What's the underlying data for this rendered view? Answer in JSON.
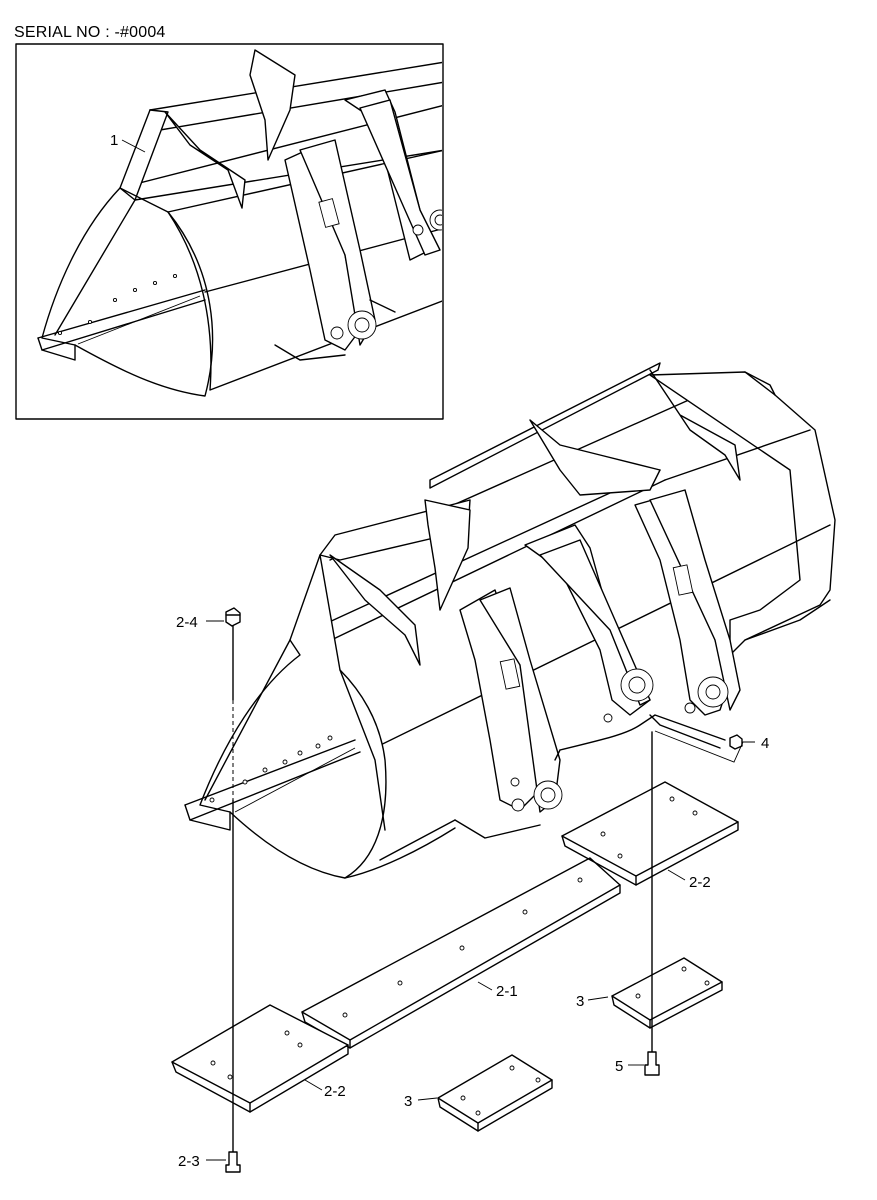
{
  "header": {
    "serial": "SERIAL NO : -#0004"
  },
  "callouts": {
    "c1": "1",
    "c2_4": "2-4",
    "c4": "4",
    "c2_2_right": "2-2",
    "c2_1": "2-1",
    "c3_right": "3",
    "c5": "5",
    "c2_2_left": "2-2",
    "c3_left": "3",
    "c2_3": "2-3"
  }
}
